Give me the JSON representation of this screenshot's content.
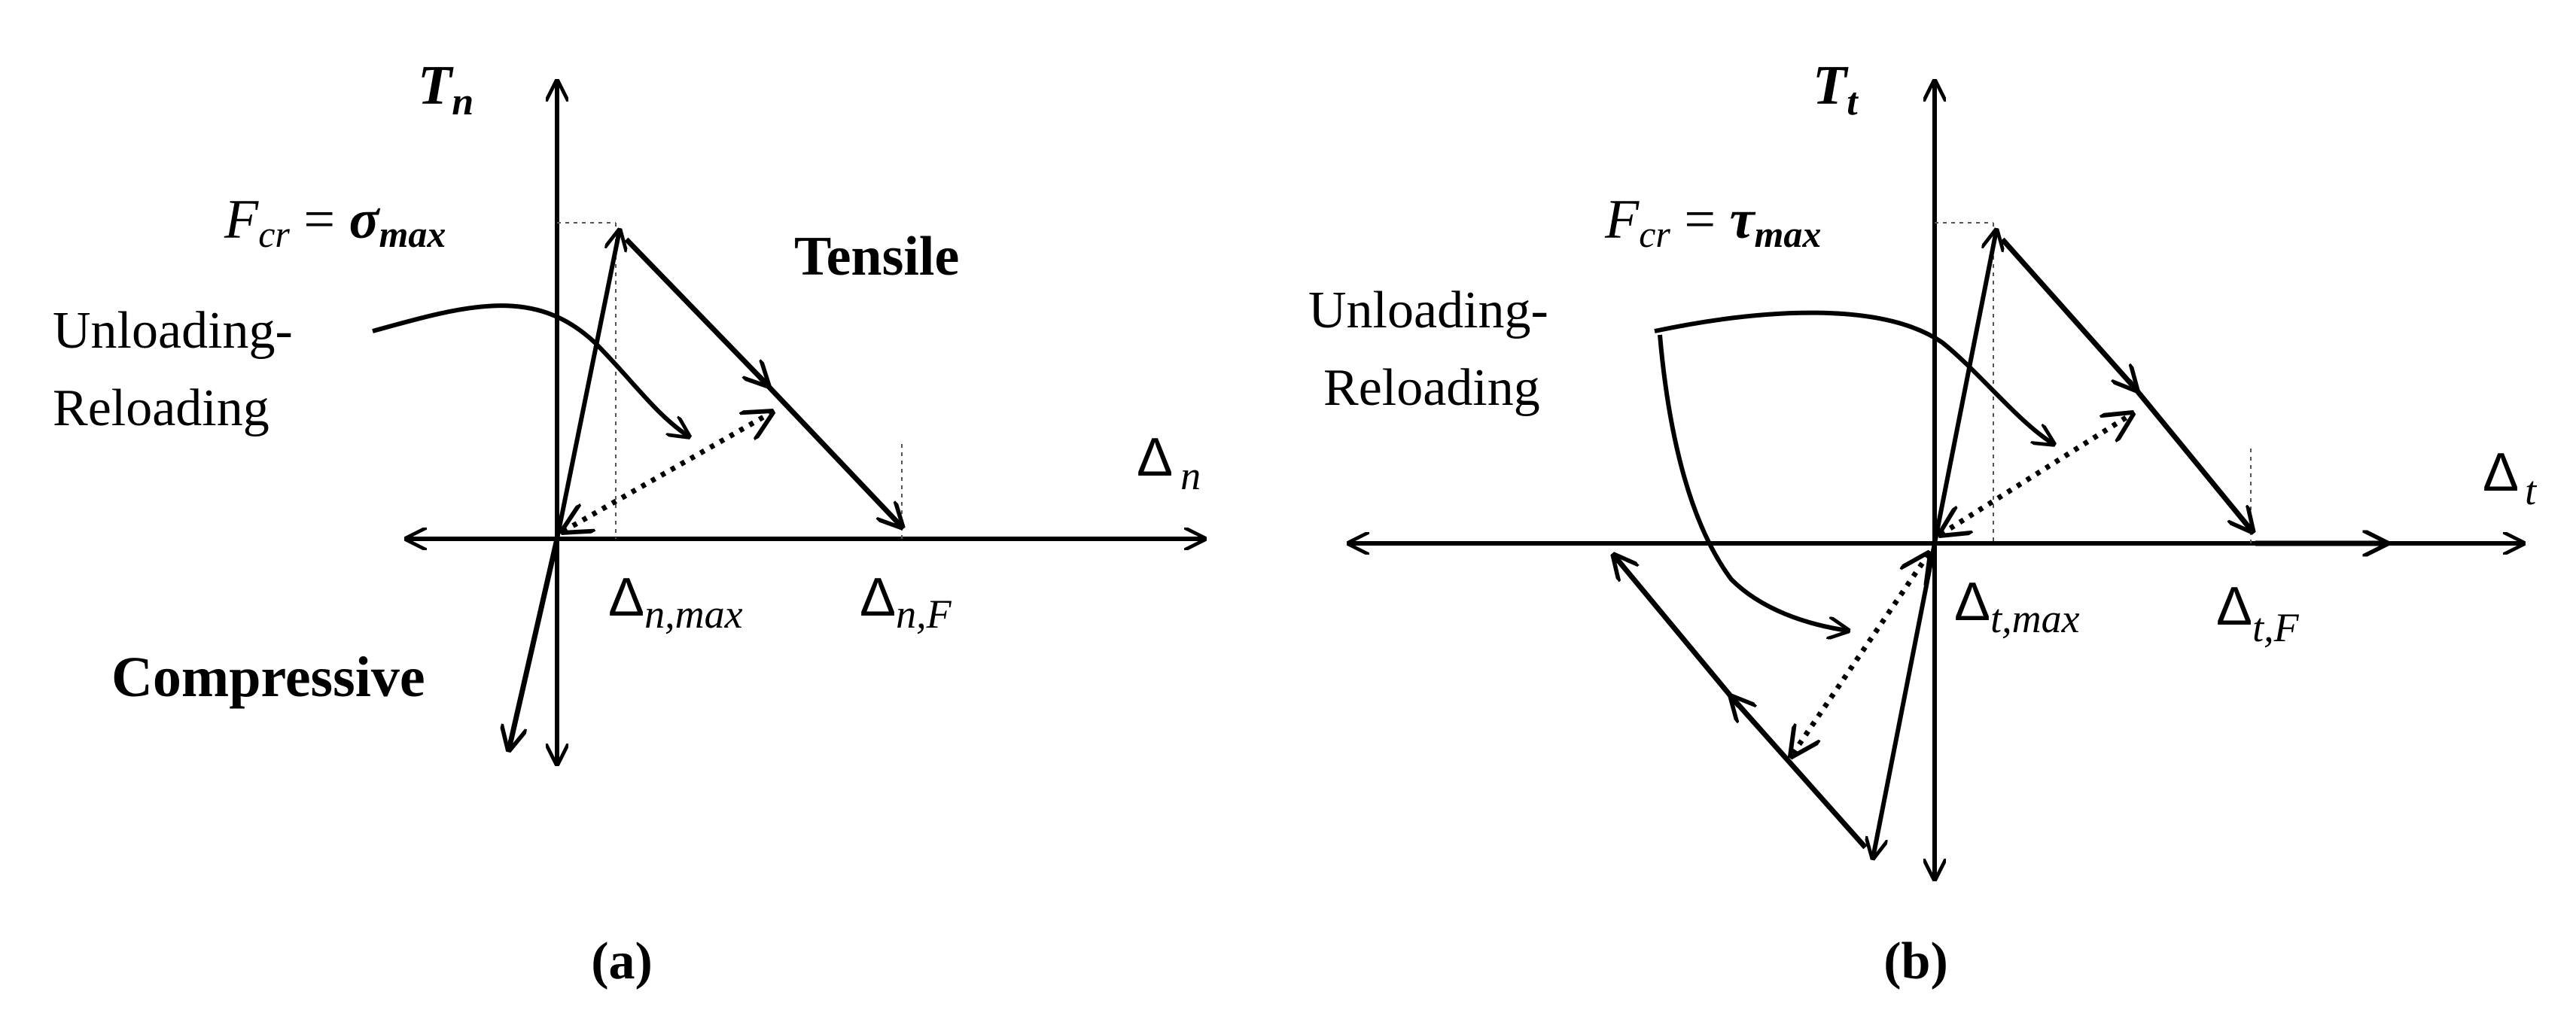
{
  "panel_a": {
    "caption": "(a)",
    "y_axis_symbol": "T",
    "y_axis_subscript": "n",
    "peak_label_left": "F",
    "peak_label_left_sub": "cr",
    "peak_label_eq": " = ",
    "peak_label_right": "σ",
    "peak_label_right_sub": "max",
    "x_axis_symbol": "Δ",
    "x_axis_subscript": "n",
    "delta_max_symbol": "Δ",
    "delta_max_sub": "n,max",
    "delta_f_symbol": "Δ",
    "delta_f_sub": "n,F",
    "region_tensile": "Tensile",
    "region_compressive": "Compressive",
    "unloading_line1": "Unloading-",
    "unloading_line2": "Reloading"
  },
  "panel_b": {
    "caption": "(b)",
    "y_axis_symbol": "T",
    "y_axis_subscript": "t",
    "peak_label_left": "F",
    "peak_label_left_sub": "cr",
    "peak_label_eq": " = ",
    "peak_label_right": "τ",
    "peak_label_right_sub": "max",
    "x_axis_symbol": "Δ",
    "x_axis_subscript": "t",
    "delta_max_symbol": "Δ",
    "delta_max_sub": "t,max",
    "delta_f_symbol": "Δ",
    "delta_f_sub": "t,F",
    "unloading_line1": "Unloading-",
    "unloading_line2": "Reloading"
  }
}
